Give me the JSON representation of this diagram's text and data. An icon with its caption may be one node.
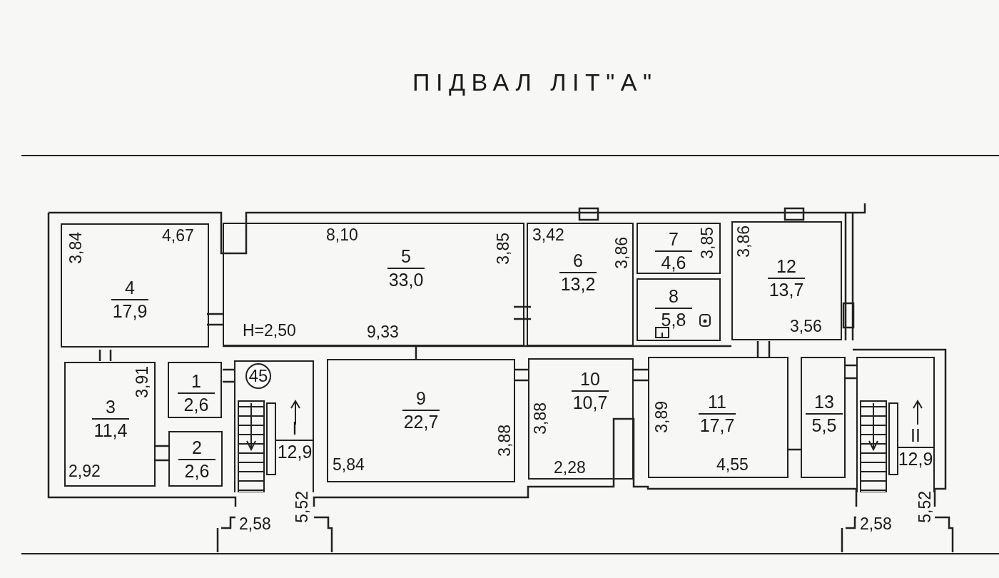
{
  "diagram": {
    "title": "ПІДВАЛ ЛІТ\"А\"",
    "nodes": [
      {
        "text": [
          "4",
          "17,9",
          "3,84",
          "4,67"
        ]
      },
      {
        "text": [
          "5",
          "33,0",
          "8,10",
          "3,85",
          "9,33"
        ]
      },
      {
        "text": [
          "6",
          "13,2",
          "3,42",
          "3,86"
        ]
      },
      {
        "text": [
          "7",
          "4,6",
          "3,85"
        ]
      },
      {
        "text": [
          "8",
          "5,8"
        ]
      },
      {
        "text": [
          "12",
          "13,7",
          "3,86",
          "3,56"
        ]
      },
      {
        "text": [
          "3",
          "11,4",
          "3,91",
          "2,92"
        ]
      },
      {
        "text": [
          "1",
          "2,6"
        ]
      },
      {
        "text": [
          "I",
          "12,9"
        ]
      },
      {
        "text": [
          "45"
        ],
        "in": 8
      },
      {
        "text": [
          "2",
          "2,6"
        ]
      },
      {
        "text": [
          "9",
          "22,7",
          "5,84",
          "3,88"
        ]
      },
      {
        "text": [
          "10",
          "10,7",
          "3,88",
          "2,28"
        ]
      },
      {
        "text": [
          "11",
          "17,7",
          "3,89",
          "4,55"
        ]
      },
      {
        "text": [
          "13",
          "5,5"
        ]
      },
      {
        "text": [
          "II",
          "12,9"
        ]
      }
    ],
    "labels": [
      "H=2,50",
      "5,52",
      "2,58",
      "5,52",
      "2,58"
    ]
  }
}
